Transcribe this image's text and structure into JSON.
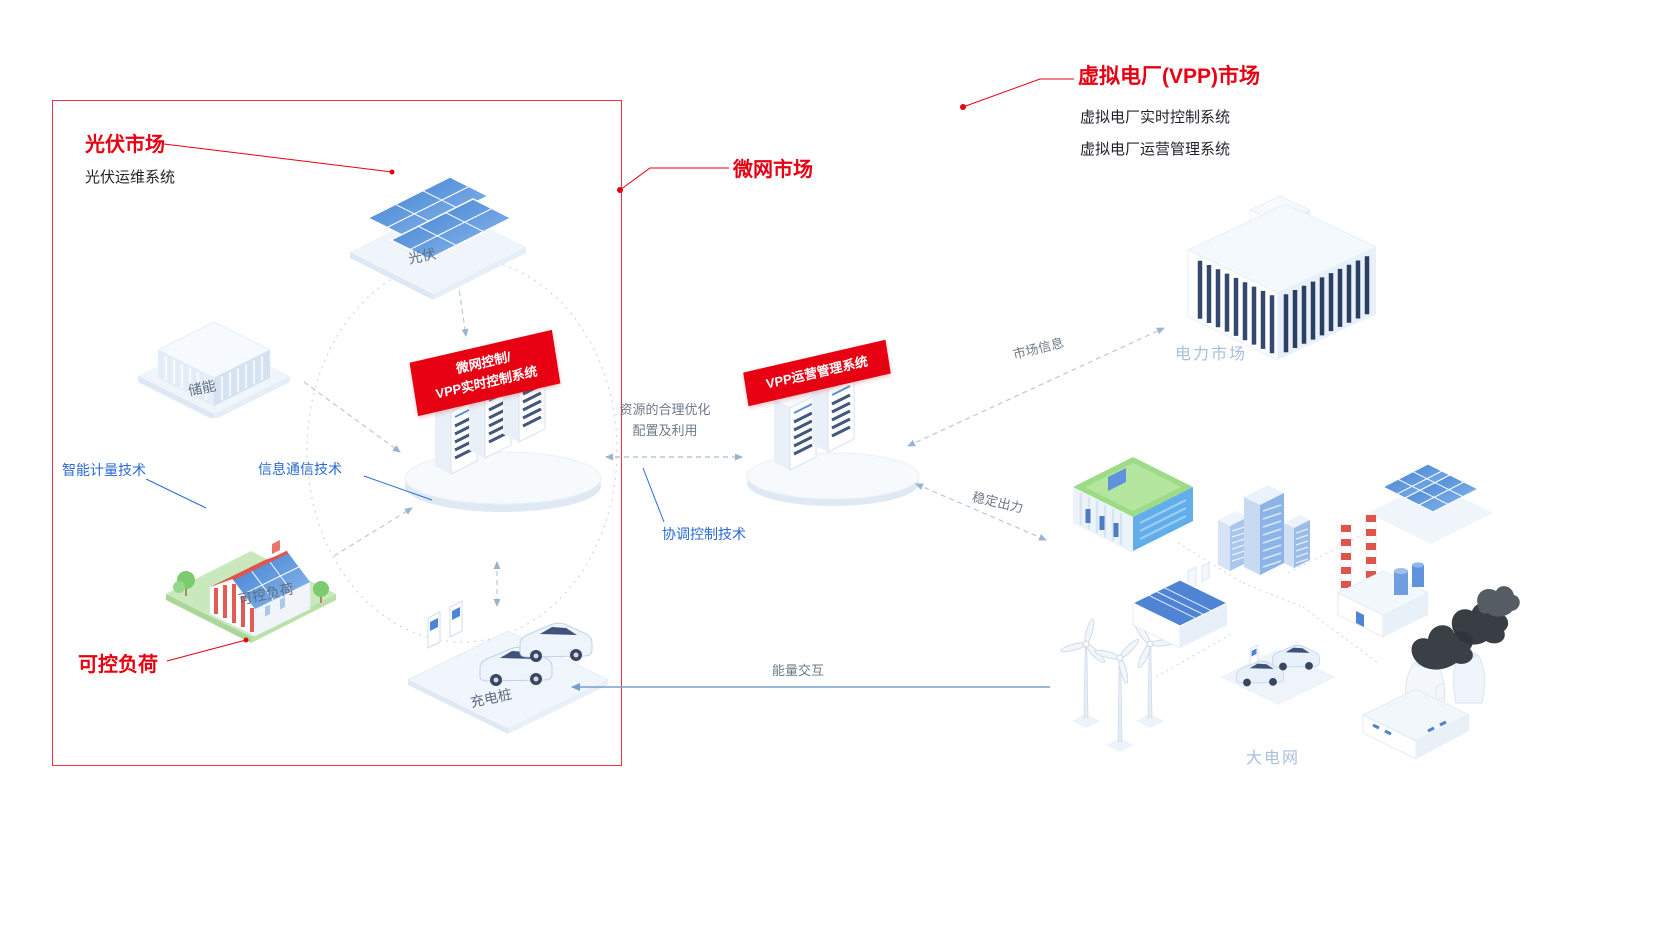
{
  "diagram": {
    "microgrid": {
      "market_label": "微网市场",
      "pv_market_title": "光伏市场",
      "pv_market_subtitle": "光伏运维系统",
      "load_title": "可控负荷",
      "smart_metering": "智能计量技术",
      "ict": "信息通信技术",
      "nodes": {
        "pv": "光伏",
        "storage": "储能",
        "house": "可控负荷",
        "charger": "充电桩"
      },
      "control_banner_line1": "微网控制/",
      "control_banner_line2": "VPP实时控制系统"
    },
    "vpp": {
      "market_title": "虚拟电厂(VPP)市场",
      "subtitle_realtime": "虚拟电厂实时控制系统",
      "subtitle_operation": "虚拟电厂运营管理系统",
      "banner": "VPP运营管理系统"
    },
    "links": {
      "resource_line1": "资源的合理优化",
      "resource_line2": "配置及利用",
      "coordination": "协调控制技术",
      "market_info": "市场信息",
      "stable_output": "稳定出力",
      "energy_exchange": "能量交互"
    },
    "external": {
      "power_market": "电力市场",
      "grid": "大电网"
    },
    "colors": {
      "accent_red": "#e60012",
      "accent_blue": "#2b6bd4",
      "muted_label": "#a8c0de"
    }
  }
}
